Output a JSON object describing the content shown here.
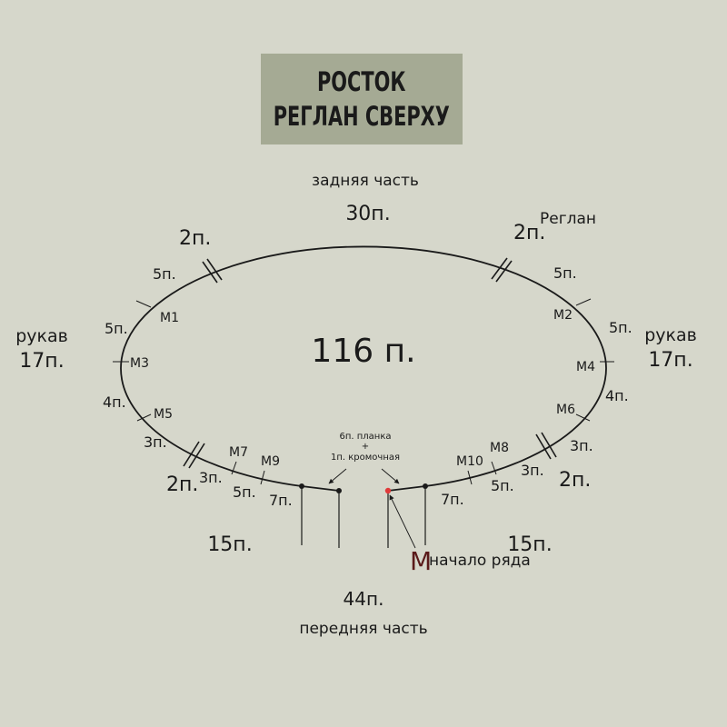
{
  "title": {
    "line1": "РОСТОК",
    "line2": "РЕГЛАН СВЕРХУ"
  },
  "back": {
    "label": "задняя часть",
    "count": "30п."
  },
  "raglan_label": "Реглан",
  "sleeves": {
    "left_label": "рукав",
    "left_count": "17п.",
    "right_label": "рукав",
    "right_count": "17п."
  },
  "total": "116 п.",
  "raglan_marks": {
    "tl": "2п.",
    "tr": "2п.",
    "bl": "2п.",
    "br": "2п."
  },
  "segments": {
    "l1": "5п.",
    "l2": "5п.",
    "l3": "4п.",
    "l4": "3п.",
    "l5": "3п.",
    "l6": "5п.",
    "l7": "7п.",
    "r1": "5п.",
    "r2": "5п.",
    "r3": "4п.",
    "r4": "3п.",
    "r5": "3п.",
    "r6": "5п.",
    "r7": "7п."
  },
  "markers": {
    "m1": "М1",
    "m2": "М2",
    "m3": "М3",
    "m4": "М4",
    "m5": "М5",
    "m6": "М6",
    "m7": "М7",
    "m8": "М8",
    "m9": "М9",
    "m10": "М10"
  },
  "front_left_count": "15п.",
  "front_right_count": "15п.",
  "placket": {
    "line1": "6п. планка",
    "plus": "+",
    "line2": "1п. кромочная"
  },
  "start": {
    "letter": "М",
    "label": "начало ряда"
  },
  "front": {
    "count": "44п.",
    "label": "передняя часть"
  },
  "colors": {
    "background": "#d6d7cb",
    "title_bg": "#a5aa94",
    "line": "#1a1a1a",
    "start_dot": "#e03a3a",
    "start_letter": "#5a1a1a"
  }
}
